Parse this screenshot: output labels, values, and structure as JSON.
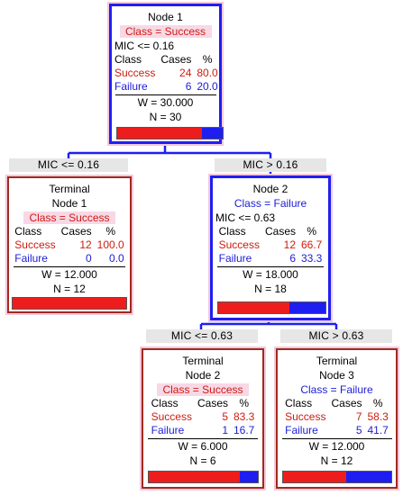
{
  "labels": {
    "class": "Class",
    "cases": "Cases",
    "pct": "%"
  },
  "colors": {
    "success": "#ee1d1d",
    "failure": "#1e1ef0",
    "split_border": "#1f1ff0",
    "terminal_border": "#a02a1e"
  },
  "nodes": {
    "root": {
      "title": "Node 1",
      "class_line": "Class = Success",
      "rule": "MIC <= 0.16",
      "rows": [
        {
          "name": "Success",
          "cases": "24",
          "pct": "80.0"
        },
        {
          "name": "Failure",
          "cases": "6",
          "pct": "20.0"
        }
      ],
      "w": "W = 30.000",
      "n": "N = 30",
      "success_fraction": 0.8
    },
    "t1": {
      "kind": "Terminal",
      "title": "Node 1",
      "class_line": "Class = Success",
      "rows": [
        {
          "name": "Success",
          "cases": "12",
          "pct": "100.0"
        },
        {
          "name": "Failure",
          "cases": "0",
          "pct": "0.0"
        }
      ],
      "w": "W = 12.000",
      "n": "N = 12",
      "success_fraction": 1.0
    },
    "n2": {
      "title": "Node 2",
      "class_line": "Class = Failure",
      "rule": "MIC <= 0.63",
      "rows": [
        {
          "name": "Success",
          "cases": "12",
          "pct": "66.7"
        },
        {
          "name": "Failure",
          "cases": "6",
          "pct": "33.3"
        }
      ],
      "w": "W = 18.000",
      "n": "N = 18",
      "success_fraction": 0.667
    },
    "t2": {
      "kind": "Terminal",
      "title": "Node 2",
      "class_line": "Class = Success",
      "rows": [
        {
          "name": "Success",
          "cases": "5",
          "pct": "83.3"
        },
        {
          "name": "Failure",
          "cases": "1",
          "pct": "16.7"
        }
      ],
      "w": "W = 6.000",
      "n": "N = 6",
      "success_fraction": 0.833
    },
    "t3": {
      "kind": "Terminal",
      "title": "Node 3",
      "class_line": "Class = Failure",
      "rows": [
        {
          "name": "Success",
          "cases": "7",
          "pct": "58.3"
        },
        {
          "name": "Failure",
          "cases": "5",
          "pct": "41.7"
        }
      ],
      "w": "W = 12.000",
      "n": "N = 12",
      "success_fraction": 0.583
    }
  },
  "edges": {
    "root_left": "MIC <= 0.16",
    "root_right": "MIC >  0.16",
    "n2_left": "MIC <= 0.63",
    "n2_right": "MIC >  0.63"
  }
}
